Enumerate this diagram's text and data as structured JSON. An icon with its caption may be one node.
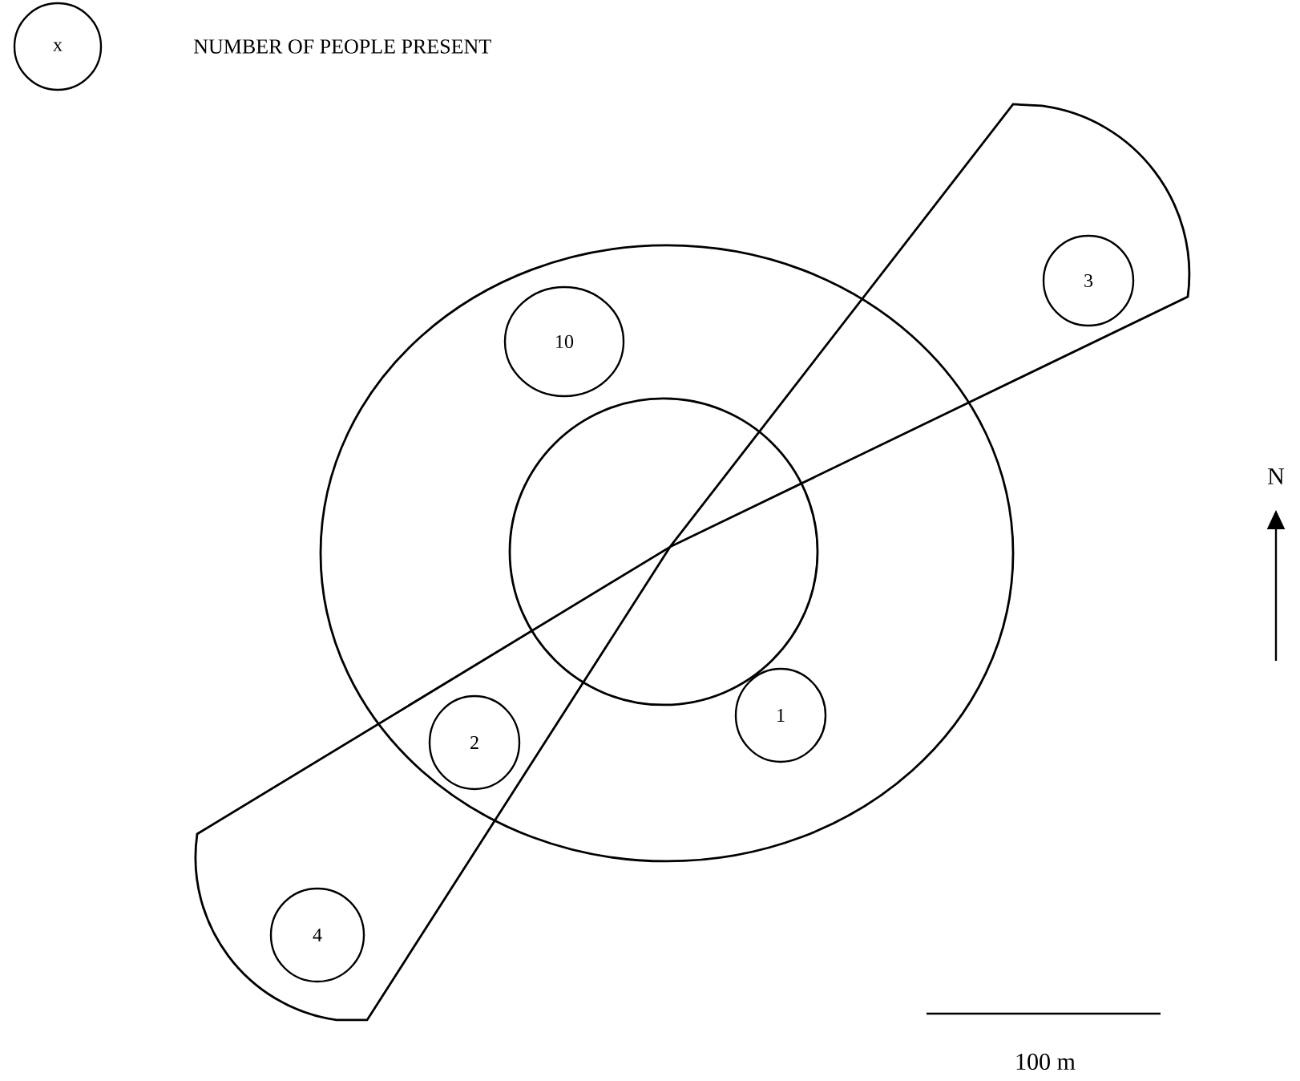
{
  "diagram": {
    "nodes": [
      {
        "text": [
          "x"
        ]
      },
      {
        "text": [
          "3"
        ]
      },
      {
        "text": [
          "10"
        ]
      },
      {
        "text": [
          "1"
        ]
      },
      {
        "text": [
          "2"
        ]
      },
      {
        "text": [
          "4"
        ]
      }
    ],
    "labels": [
      "NUMBER OF PEOPLE PRESENT",
      "N",
      "100 m"
    ]
  }
}
